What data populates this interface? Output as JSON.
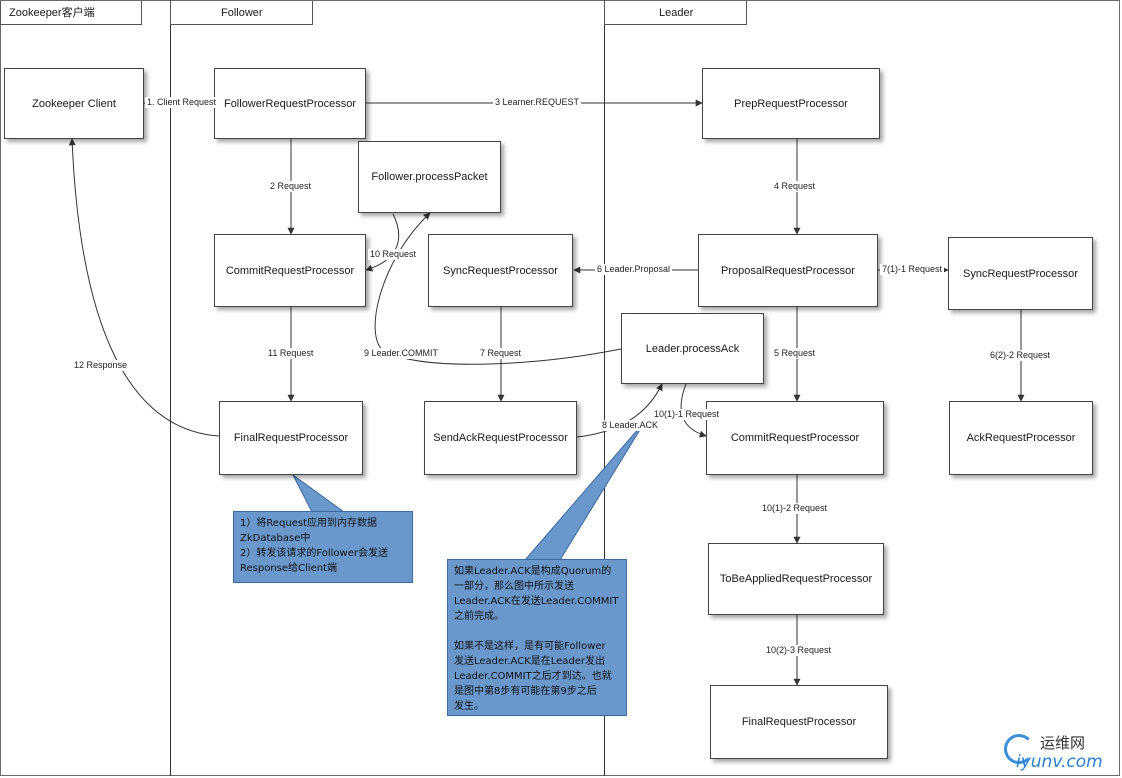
{
  "lanes": {
    "client": "Zookeeper客户端",
    "follower": "Follower",
    "leader": "Leader"
  },
  "boxes": {
    "zk_client": "Zookeeper Client",
    "follower_rp": "FollowerRequestProcessor",
    "follower_process_packet": "Follower.processPacket",
    "follower_commit_rp": "CommitRequestProcessor",
    "follower_sync_rp": "SyncRequestProcessor",
    "follower_final_rp": "FinalRequestProcessor",
    "send_ack_rp": "SendAckRequestProcessor",
    "prep_rp": "PrepRequestProcessor",
    "proposal_rp": "ProposalRequestProcessor",
    "leader_process_ack": "Leader.processAck",
    "leader_commit_rp": "CommitRequestProcessor",
    "to_be_applied_rp": "ToBeAppliedRequestProcessor",
    "leader_final_rp": "FinalRequestProcessor",
    "leader_sync_rp": "SyncRequestProcessor",
    "ack_rp": "AckRequestProcessor"
  },
  "edges": {
    "e1": "1. Client Request",
    "e2": "2 Request",
    "e3": "3 Learner.REQUEST",
    "e4": "4 Request",
    "e5": "5 Request",
    "e6": "6  Leader.Proposal",
    "e7": "7 Request",
    "e7_1_1": "7(1)-1 Request",
    "e6_2_2": "6(2)-2 Request",
    "e8": "8 Leader.ACK",
    "e9": "9 Leader.COMMIT",
    "e10": "10 Request",
    "e10_1_1": "10(1)-1 Request",
    "e10_1_2": "10(1)-2 Request",
    "e10_2_3": "10(2)-3 Request",
    "e11": "11 Request",
    "e12": "12 Response"
  },
  "notes": {
    "final_note": "1）将Request应用到内存数据\nZkDatabase中\n2）转发该请求的Follower会发送\nResponse给Client端",
    "ack_note": "如果Leader.ACK是构成Quorum的\n一部分，那么图中所示发送\nLeader.ACK在发送Leader.COMMIT\n之前完成。\n\n如果不是这样，是有可能Follower\n发送Leader.ACK是在Leader发出\nLeader.COMMIT之后才到达。也就\n是图中第8步有可能在第9步之后\n发生。"
  },
  "watermark": {
    "cn": "运维网",
    "en": "iyunv.com"
  },
  "colors": {
    "note_fill": "#6a98cc",
    "line": "#333333",
    "logo": "#2b7fd0"
  }
}
